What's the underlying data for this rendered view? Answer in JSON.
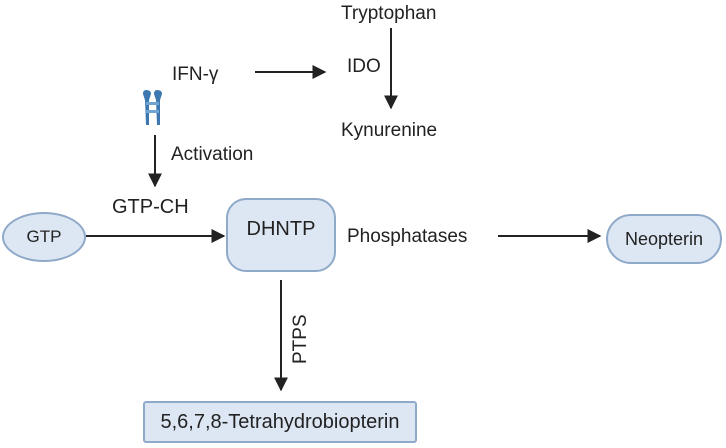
{
  "diagram": {
    "labels": {
      "tryptophan": "Tryptophan",
      "ido": "IDO",
      "kynurenine": "Kynurenine",
      "ifn_gamma": "IFN-γ",
      "activation": "Activation",
      "gtp_ch": "GTP-CH",
      "phosphatases": "Phosphatases",
      "ptps": "PTPS"
    },
    "nodes": {
      "gtp": "GTP",
      "dhntp": "DHNTP",
      "neopterin": "Neopterin",
      "bh4": "5,6,7,8-Tetrahydrobiopterin"
    },
    "icons": {
      "receptor": "receptor-icon"
    },
    "colors": {
      "node_fill": "#dde7f4",
      "node_border": "#8fa9c9",
      "receptor": "#3d79b0",
      "arrow": "#222222",
      "text": "#222222"
    }
  }
}
